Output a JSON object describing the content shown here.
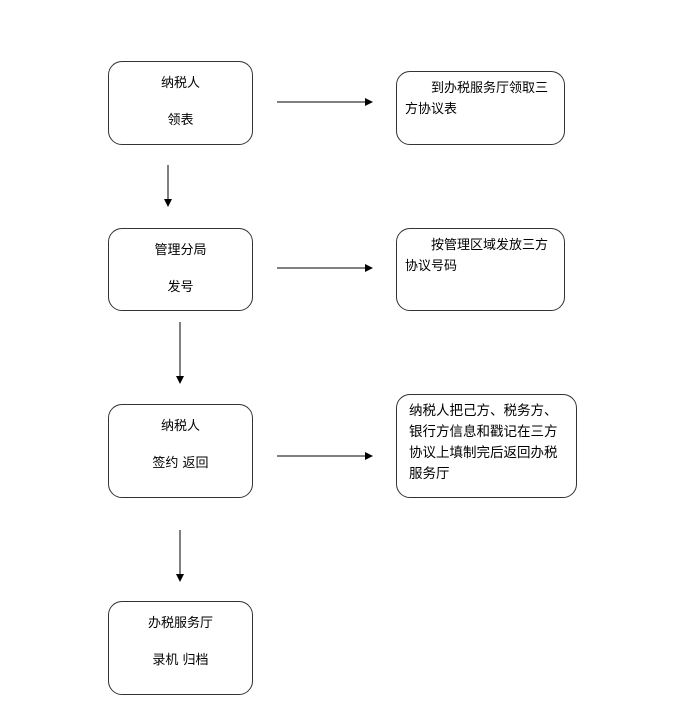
{
  "steps": [
    {
      "line1": "纳税人",
      "line2": "领表",
      "note": "到办税服务厅领取三方协议表"
    },
    {
      "line1": "管理分局",
      "line2": "发号",
      "note": "按管理区域发放三方协议号码"
    },
    {
      "line1": "纳税人",
      "line2": "签约 返回",
      "note": "纳税人把己方、税务方、银行方信息和戳记在三方协议上填制完后返回办税服务厅"
    },
    {
      "line1": "办税服务厅",
      "line2": "录机 归档"
    }
  ],
  "colors": {
    "stroke": "#333333",
    "background": "#ffffff"
  }
}
